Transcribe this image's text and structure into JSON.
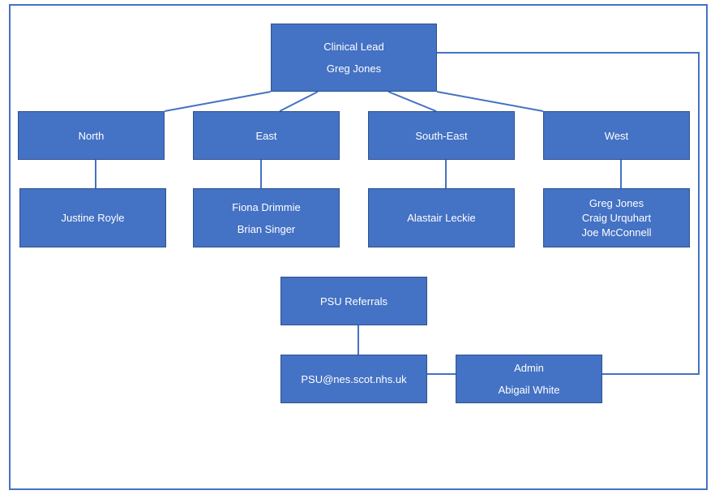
{
  "colors": {
    "box_fill": "#4472C4",
    "box_border": "#2F528F",
    "connector": "#4472C4",
    "text": "#FFFFFF"
  },
  "clinical_lead": {
    "role": "Clinical Lead",
    "name": "Greg Jones"
  },
  "regions": [
    {
      "name": "North",
      "members": [
        "Justine Royle"
      ]
    },
    {
      "name": "East",
      "members": [
        "Fiona Drimmie",
        "Brian Singer"
      ]
    },
    {
      "name": "South-East",
      "members": [
        "Alastair Leckie"
      ]
    },
    {
      "name": "West",
      "members": [
        "Greg Jones",
        "Craig Urquhart",
        "Joe McConnell"
      ]
    }
  ],
  "psu_referrals": {
    "title": "PSU Referrals",
    "email": "PSU@nes.scot.nhs.uk"
  },
  "admin": {
    "role": "Admin",
    "name": "Abigail White"
  }
}
